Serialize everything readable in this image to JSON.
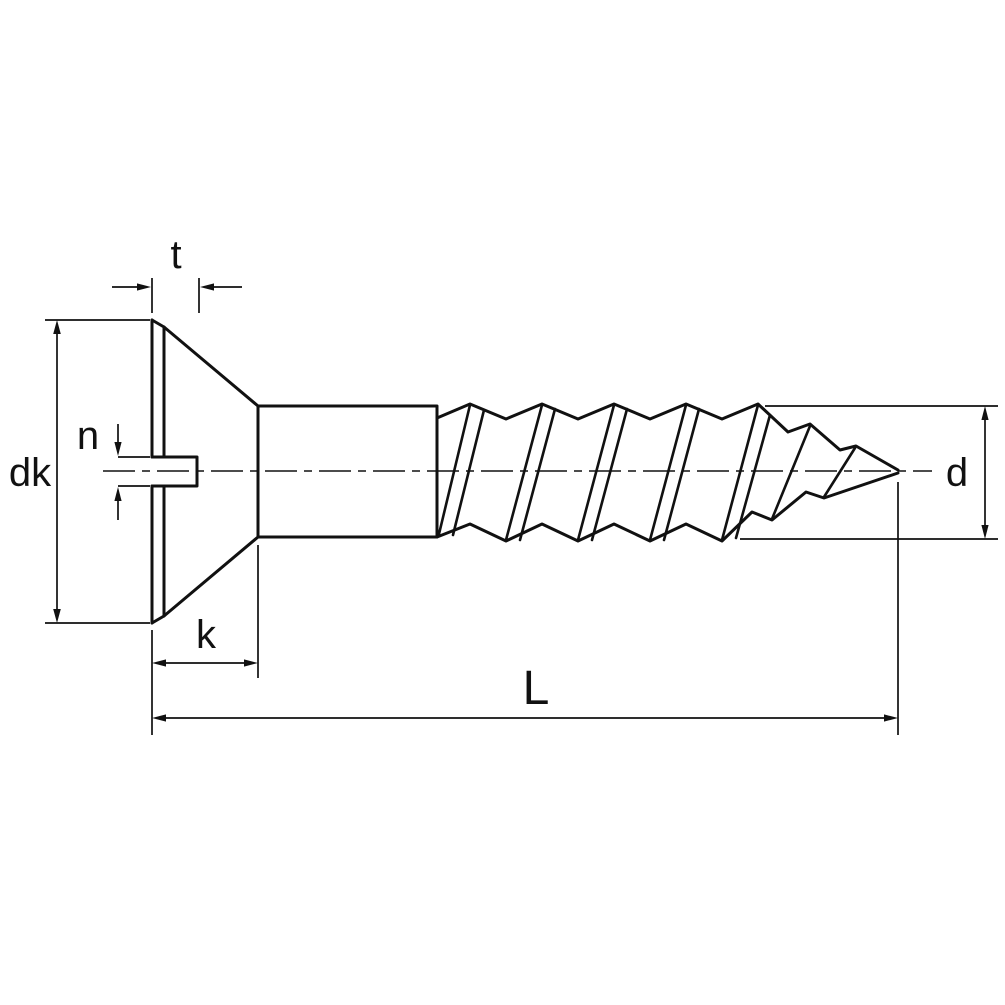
{
  "page": {
    "background": "#ffffff",
    "line_color": "#111111"
  },
  "drawing": {
    "description": "Technical dimensional drawing of a slotted countersunk (flat head) wood screw, side view, pointing right",
    "labels": {
      "slot_depth": "t",
      "head_diameter": "dk",
      "slot_width": "n",
      "head_height": "k",
      "total_length": "L",
      "thread_diameter": "d"
    }
  }
}
